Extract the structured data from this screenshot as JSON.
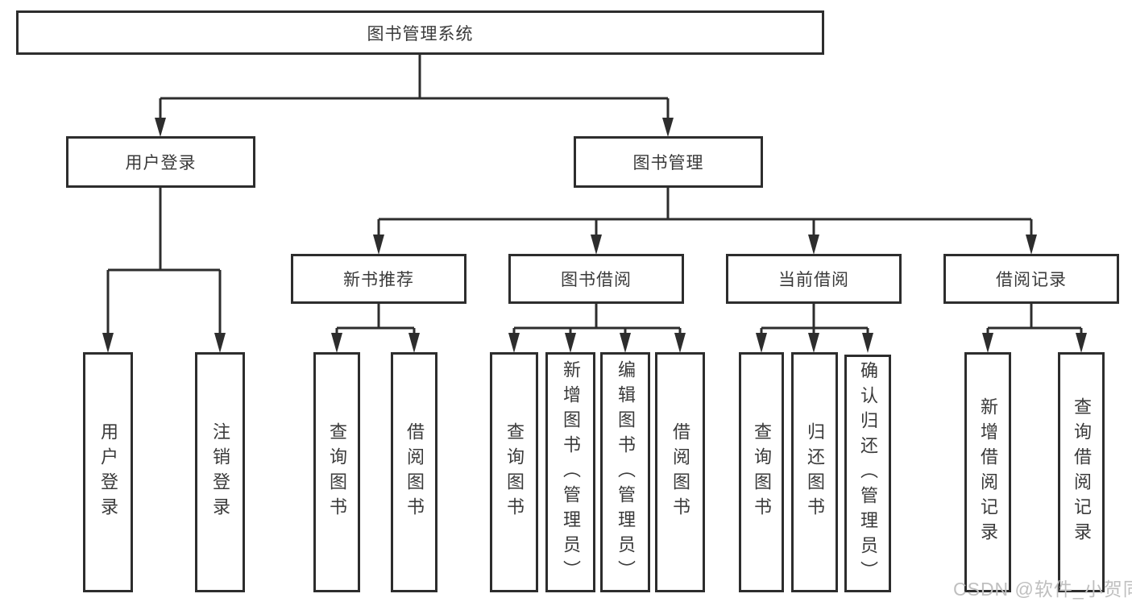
{
  "colors": {
    "line": "#2d2d2d",
    "box_border": "#2d2d2d",
    "text": "#3a3a3a",
    "background": "#ffffff",
    "watermark": "#bfbfbf"
  },
  "watermark": "CSDN @软件_小贺同学",
  "tree": {
    "label": "图书管理系统",
    "children": [
      {
        "label": "用户登录",
        "children": [
          {
            "label": "用户登录"
          },
          {
            "label": "注销登录"
          }
        ]
      },
      {
        "label": "图书管理",
        "children": [
          {
            "label": "新书推荐",
            "children": [
              {
                "label": "查询图书"
              },
              {
                "label": "借阅图书"
              }
            ]
          },
          {
            "label": "图书借阅",
            "children": [
              {
                "label": "查询图书"
              },
              {
                "label": "新增图书（管理员）"
              },
              {
                "label": "编辑图书（管理员）"
              },
              {
                "label": "借阅图书"
              }
            ]
          },
          {
            "label": "当前借阅",
            "children": [
              {
                "label": "查询图书"
              },
              {
                "label": "归还图书"
              },
              {
                "label": "确认归还（管理员）"
              }
            ]
          },
          {
            "label": "借阅记录",
            "children": [
              {
                "label": "新增借阅记录"
              },
              {
                "label": "查询借阅记录"
              }
            ]
          }
        ]
      }
    ]
  }
}
